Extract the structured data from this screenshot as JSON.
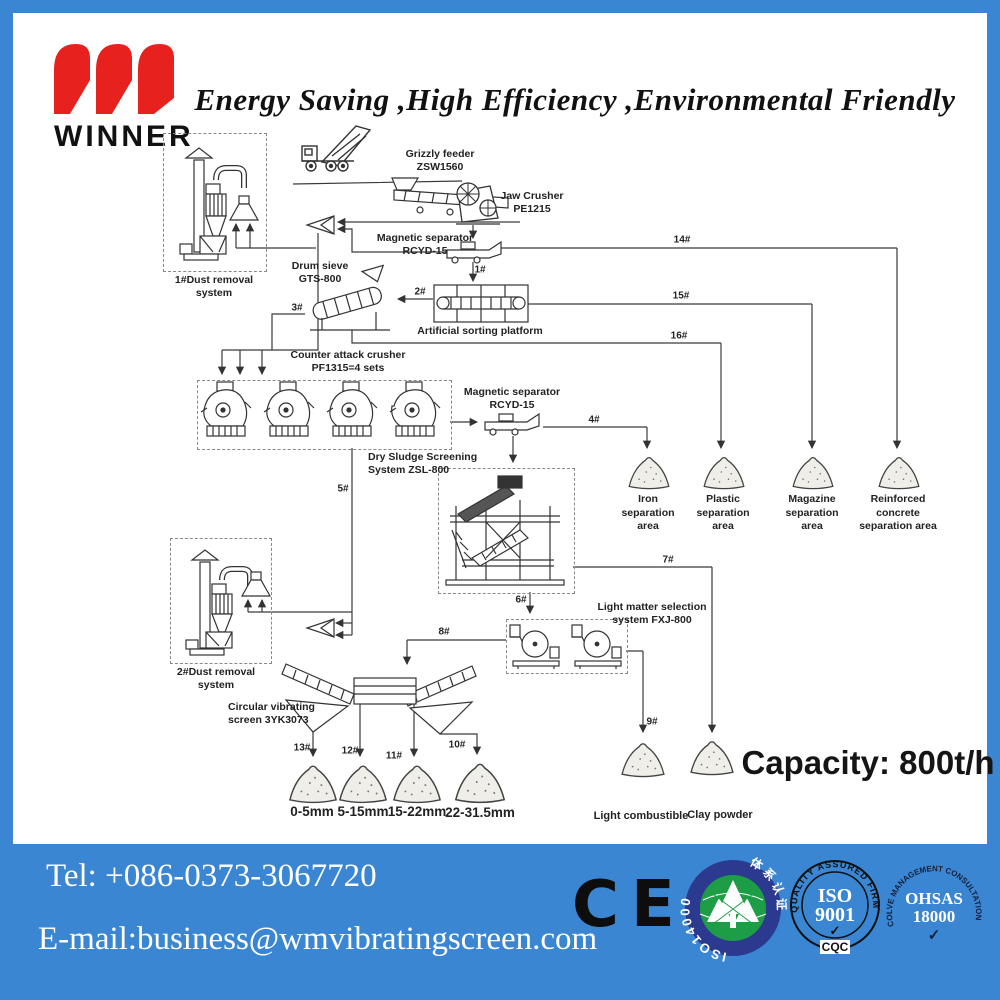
{
  "brand": {
    "name": "WINNER",
    "registered": "®"
  },
  "title": "Energy Saving ,High Efficiency ,Environmental Friendly",
  "capacity": "Capacity: 800t/h",
  "colors": {
    "frame_blue": "#3b86d2",
    "logo_red": "#e6211e",
    "line_dark": "#333333"
  },
  "equipment": {
    "grizzly_feeder": {
      "name": "Grizzly feeder",
      "model": "ZSW1560"
    },
    "jaw_crusher": {
      "name": "Jaw Crusher",
      "model": "PE1215"
    },
    "magnetic_separator_1": {
      "name": "Magnetic separator",
      "model": "RCYD-15"
    },
    "drum_sieve": {
      "name": "Drum sieve",
      "model": "GTS-800"
    },
    "sorting_platform": {
      "name": "Artificial sorting platform"
    },
    "counter_attack_crusher": {
      "name": "Counter attack crusher",
      "model": "PF1315=4 sets"
    },
    "magnetic_separator_2": {
      "name": "Magnetic separator",
      "model": "RCYD-15"
    },
    "dry_sludge_screening": {
      "name": "Dry Sludge Screening",
      "model": "System ZSL-800"
    },
    "light_matter_selection": {
      "name": "Light matter selection",
      "model": "system FXJ-800"
    },
    "dust_removal_1": {
      "name": "1#Dust removal",
      "model": "system"
    },
    "dust_removal_2": {
      "name": "2#Dust removal",
      "model": "system"
    },
    "circular_vibrating_screen": {
      "name": "Circular vibrating",
      "model": "screen 3YK3073"
    }
  },
  "flow_numbers": {
    "n1": "1#",
    "n2": "2#",
    "n3": "3#",
    "n4": "4#",
    "n5": "5#",
    "n6": "6#",
    "n7": "7#",
    "n8": "8#",
    "n9": "9#",
    "n10": "10#",
    "n11": "11#",
    "n12": "12#",
    "n13": "13#",
    "n14": "14#",
    "n15": "15#",
    "n16": "16#"
  },
  "outputs": {
    "iron": "Iron\nseparation\narea",
    "plastic": "Plastic\nseparation\narea",
    "magazine": "Magazine\nseparation\narea",
    "concrete": "Reinforced\nconcrete\nseparation area",
    "size_0_5": "0-5mm",
    "size_5_15": "5-15mm",
    "size_15_22": "15-22mm",
    "size_22_31": "22-31.5mm",
    "light_combustible": "Light combustible",
    "clay_powder": "Clay powder"
  },
  "footer": {
    "tel": "Tel: +086-0373-3067720",
    "email": "E-mail:business@wmvibratingscreen.com"
  },
  "certifications": {
    "ce": "CE",
    "iso14000": {
      "ring_left": "ISO14000",
      "ring_right": "体系认证"
    },
    "iso9001": {
      "arc": "QUALITY ASSURED FIRM",
      "line1": "ISO",
      "line2": "9001",
      "check": "✓",
      "bottom": "CQC"
    },
    "ohsas": {
      "arc": "COLVE MANAGEMENT CONSULTATION",
      "line1": "OHSAS",
      "line2": "18000",
      "check": "✓"
    }
  }
}
